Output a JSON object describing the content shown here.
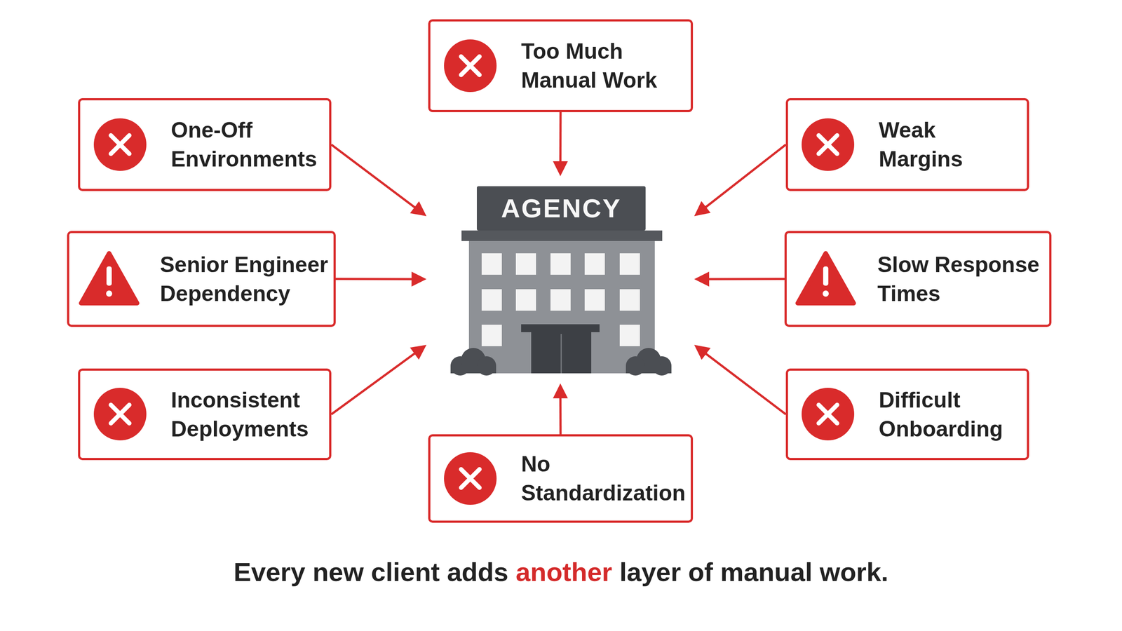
{
  "diagram": {
    "caption": "Every new client adds another layer of manual work.",
    "nodes": [
      {
        "text": [
          "Too Much Manual Work"
        ]
      },
      {
        "text": [
          "One-Off Environments"
        ]
      },
      {
        "text": [
          "Weak Margins"
        ]
      },
      {
        "text": [
          "Senior Engineer Dependency"
        ]
      },
      {
        "text": [
          "AGENCY"
        ]
      },
      {
        "text": [
          "Slow Response Times"
        ]
      },
      {
        "text": [
          "Inconsistent Deployments"
        ]
      },
      {
        "text": [
          "Difficult Onboarding"
        ]
      },
      {
        "text": [
          "No Standardization"
        ]
      }
    ],
    "edges": [
      {
        "from": 0,
        "to": 4,
        "arrow": "to"
      },
      {
        "from": 1,
        "to": 4,
        "arrow": "to"
      },
      {
        "from": 2,
        "to": 4,
        "arrow": "to"
      },
      {
        "from": 3,
        "to": 4,
        "arrow": "to"
      },
      {
        "from": 5,
        "to": 4,
        "arrow": "to"
      },
      {
        "from": 6,
        "to": 4,
        "arrow": "to"
      },
      {
        "from": 7,
        "to": 4,
        "arrow": "to"
      },
      {
        "from": 8,
        "to": 4,
        "arrow": "to"
      }
    ]
  }
}
